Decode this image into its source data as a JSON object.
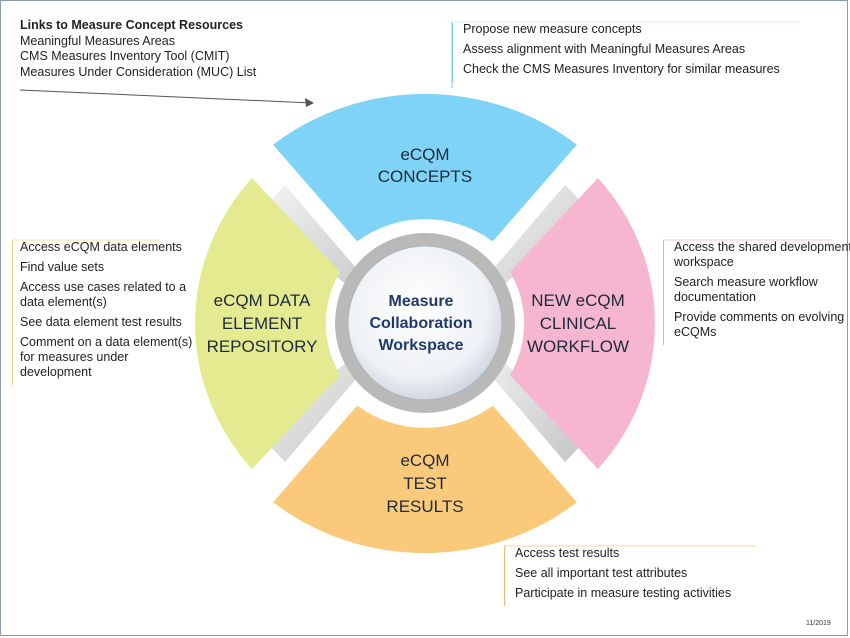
{
  "links": {
    "heading": "Links to Measure Concept Resources",
    "items": [
      "Meaningful Measures Areas",
      "CMS Measures Inventory Tool (CMIT)",
      "Measures Under Consideration (MUC) List"
    ]
  },
  "concepts": {
    "line1": "eCQM",
    "line2": "CONCEPTS",
    "items": [
      "Propose new measure concepts",
      "Assess alignment with Meaningful Measures Areas",
      "Check the CMS Measures Inventory for similar measures"
    ]
  },
  "repository": {
    "line1": "eCQM DATA",
    "line2": "ELEMENT",
    "line3": "REPOSITORY",
    "items": [
      "Access eCQM data elements",
      "Find value sets",
      "Access use cases related to a data element(s)",
      "See data element test results",
      "Comment on a data element(s) for measures under development"
    ]
  },
  "workflow": {
    "line1": "NEW eCQM",
    "line2": "CLINICAL",
    "line3": "WORKFLOW",
    "items": [
      "Access the shared development workspace",
      "Search measure workflow documentation",
      "Provide comments on evolving eCQMs"
    ]
  },
  "test_results": {
    "line1": "eCQM",
    "line2": "TEST",
    "line3": "RESULTS",
    "items": [
      "Access test results",
      "See all important test attributes",
      "Participate in measure testing activities"
    ]
  },
  "center": {
    "line1": "Measure",
    "line2": "Collaboration",
    "line3": "Workspace"
  },
  "date": "11/2019",
  "colors": {
    "concepts": "#7fd3f7",
    "repository": "#e4ea8f",
    "workflow": "#f6b6cf",
    "test_results": "#fbc97a",
    "center_text": "#1f3a6a"
  }
}
